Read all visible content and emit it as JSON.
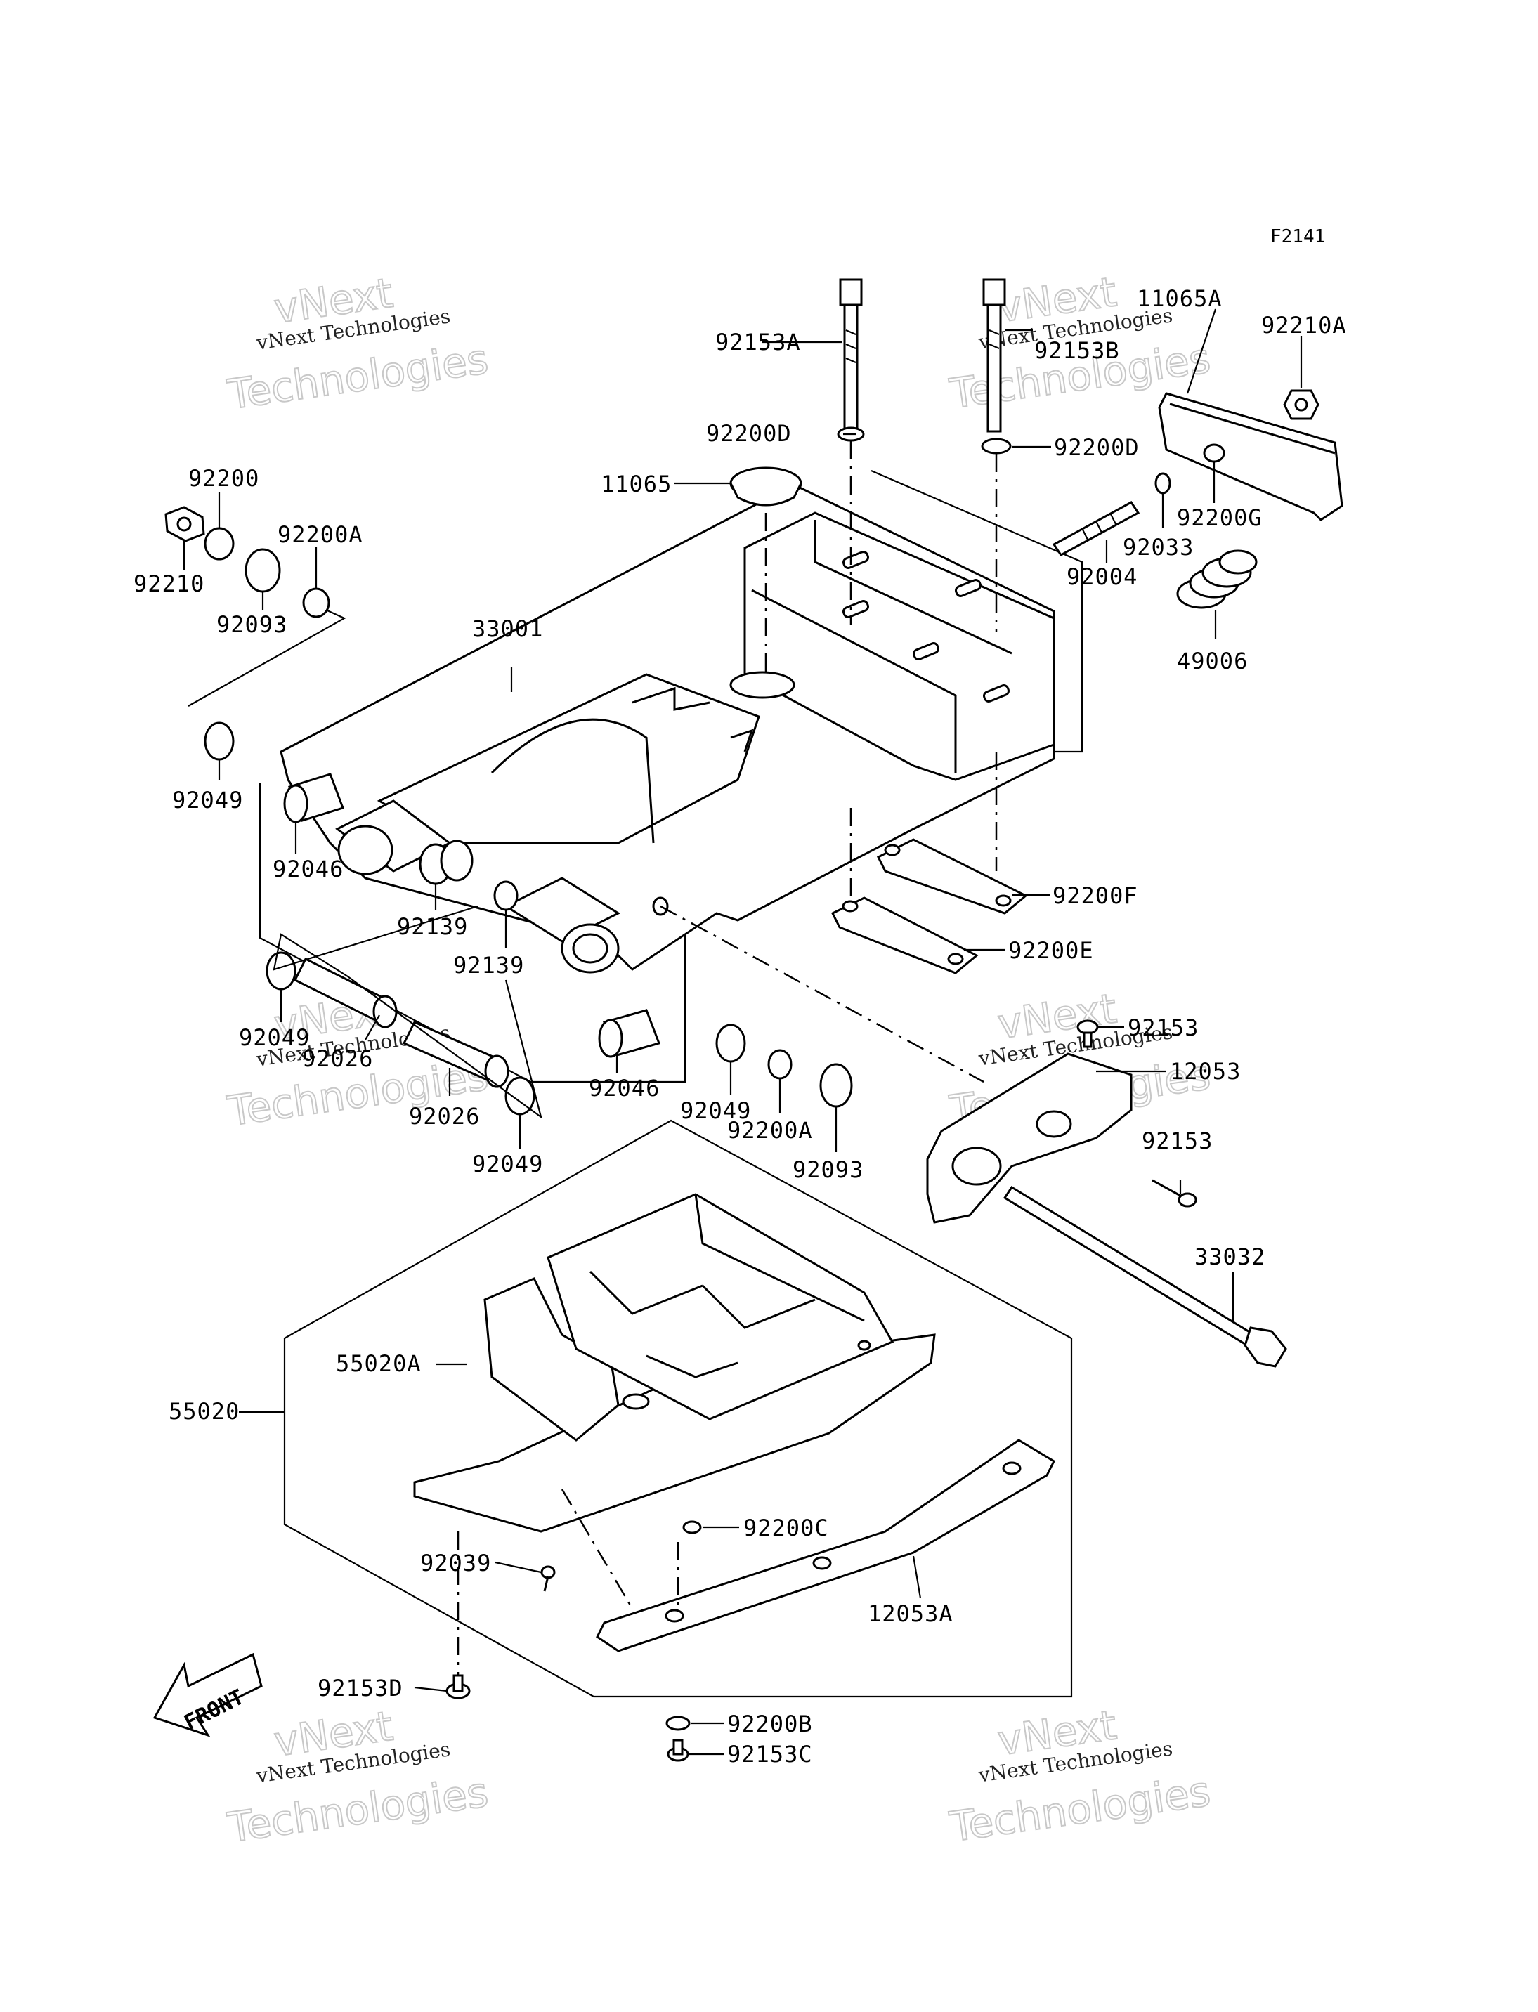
{
  "figure_code": "F2141",
  "watermark": {
    "line1": "vNext",
    "line2": "vNext Technologies",
    "line3": "Technologies"
  },
  "front_label": "FRONT",
  "parts": [
    {
      "id": "p92153A",
      "label": "92153A"
    },
    {
      "id": "p92153B",
      "label": "92153B"
    },
    {
      "id": "p11065A",
      "label": "11065A"
    },
    {
      "id": "p92210A",
      "label": "92210A"
    },
    {
      "id": "p92200D_l",
      "label": "92200D"
    },
    {
      "id": "p92200D_r",
      "label": "92200D"
    },
    {
      "id": "p11065",
      "label": "11065"
    },
    {
      "id": "p92200",
      "label": "92200"
    },
    {
      "id": "p92200A_t",
      "label": "92200A"
    },
    {
      "id": "p92210",
      "label": "92210"
    },
    {
      "id": "p92093_t",
      "label": "92093"
    },
    {
      "id": "p92200G",
      "label": "92200G"
    },
    {
      "id": "p92033",
      "label": "92033"
    },
    {
      "id": "p92004",
      "label": "92004"
    },
    {
      "id": "p49006",
      "label": "49006"
    },
    {
      "id": "p33001",
      "label": "33001"
    },
    {
      "id": "p92049_a",
      "label": "92049"
    },
    {
      "id": "p92046_a",
      "label": "92046"
    },
    {
      "id": "p92139_a",
      "label": "92139"
    },
    {
      "id": "p92139_b",
      "label": "92139"
    },
    {
      "id": "p92200F",
      "label": "92200F"
    },
    {
      "id": "p92200E",
      "label": "92200E"
    },
    {
      "id": "p92153_a",
      "label": "92153"
    },
    {
      "id": "p12053",
      "label": "12053"
    },
    {
      "id": "p92049_b",
      "label": "92049"
    },
    {
      "id": "p92026_a",
      "label": "92026"
    },
    {
      "id": "p92046_b",
      "label": "92046"
    },
    {
      "id": "p92049_c",
      "label": "92049"
    },
    {
      "id": "p92200A_b",
      "label": "92200A"
    },
    {
      "id": "p92093_b",
      "label": "92093"
    },
    {
      "id": "p92153_b",
      "label": "92153"
    },
    {
      "id": "p92026_b",
      "label": "92026"
    },
    {
      "id": "p92049_d",
      "label": "92049"
    },
    {
      "id": "p33032",
      "label": "33032"
    },
    {
      "id": "p55020A",
      "label": "55020A"
    },
    {
      "id": "p55020",
      "label": "55020"
    },
    {
      "id": "p92200C",
      "label": "92200C"
    },
    {
      "id": "p92039",
      "label": "92039"
    },
    {
      "id": "p12053A",
      "label": "12053A"
    },
    {
      "id": "p92153D",
      "label": "92153D"
    },
    {
      "id": "p92200B",
      "label": "92200B"
    },
    {
      "id": "p92153C",
      "label": "92153C"
    }
  ]
}
